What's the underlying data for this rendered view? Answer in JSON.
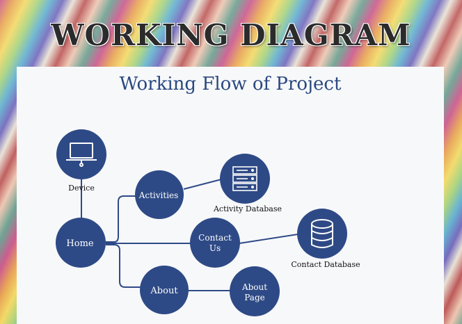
{
  "header": {
    "title": "WORKING DIAGRAM"
  },
  "diagram": {
    "subtitle": "Working Flow of Project",
    "node_color": "#2e4a86",
    "line_color": "#2e4a86",
    "device_label": "Device",
    "home_label": "Home",
    "activities_label": "Activities",
    "contact_us_label": [
      "Contact",
      "Us"
    ],
    "about_label": "About",
    "about_page_label": [
      "About",
      "Page"
    ],
    "activity_db_label": "Activity Database",
    "contact_db_label": "Contact Database",
    "icons": {
      "device": "laptop-icon",
      "activity_db": "server-rack-icon",
      "contact_db": "database-icon"
    }
  }
}
